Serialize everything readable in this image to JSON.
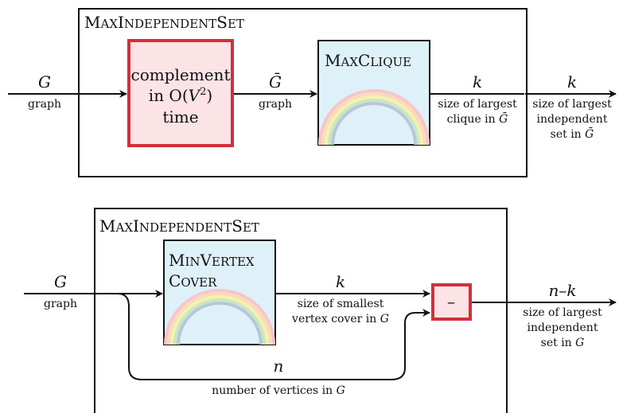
{
  "diagram1": {
    "outer_title_big1": "M",
    "outer_title_small1": "AX",
    "outer_title_big2": "I",
    "outer_title_small2": "NDEPENDENT",
    "outer_title_big3": "S",
    "outer_title_small3": "ET",
    "input_var": "G",
    "input_label": "graph",
    "complement_line1": "complement",
    "complement_line2_pre": "in O(",
    "complement_line2_var": "V",
    "complement_line2_sup": "2",
    "complement_line2_post": ")",
    "complement_line3": "time",
    "mid_var": "Ḡ",
    "mid_label": "graph",
    "maxclique_big1": "M",
    "maxclique_small1": "AX",
    "maxclique_big2": "C",
    "maxclique_small2": "LIQUE",
    "inner_out_var": "k",
    "inner_out_label1": "size of largest",
    "inner_out_label2_pre": "clique in ",
    "inner_out_label2_var": "Ḡ",
    "outer_out_var": "k",
    "outer_out_label1": "size of largest",
    "outer_out_label2": "independent",
    "outer_out_label3_pre": "set in ",
    "outer_out_label3_var": "Ḡ"
  },
  "diagram2": {
    "outer_title_big1": "M",
    "outer_title_small1": "AX",
    "outer_title_big2": "I",
    "outer_title_small2": "NDEPENDENT",
    "outer_title_big3": "S",
    "outer_title_small3": "ET",
    "input_var": "G",
    "input_label": "graph",
    "mvc_big1": "M",
    "mvc_small1": "IN",
    "mvc_big2": "V",
    "mvc_small2": "ERTEX",
    "mvc_big3": "C",
    "mvc_small3": "OVER",
    "inner_out_var": "k",
    "inner_out_label1": "size of smallest",
    "inner_out_label2_pre": "vertex cover in ",
    "inner_out_label2_var": "G",
    "minus_symbol": "–",
    "n_var": "n",
    "n_label_pre": "number of vertices in ",
    "n_label_var": "G",
    "outer_out_var": "n–k",
    "outer_out_label1": "size of largest",
    "outer_out_label2": "independent",
    "outer_out_label3_pre": "set in ",
    "outer_out_label3_var": "G"
  },
  "colors": {
    "red_stroke": "#d1303a",
    "red_fill": "#fbe3e6",
    "blue_fill": "#dff1f8",
    "frame": "#111111"
  }
}
